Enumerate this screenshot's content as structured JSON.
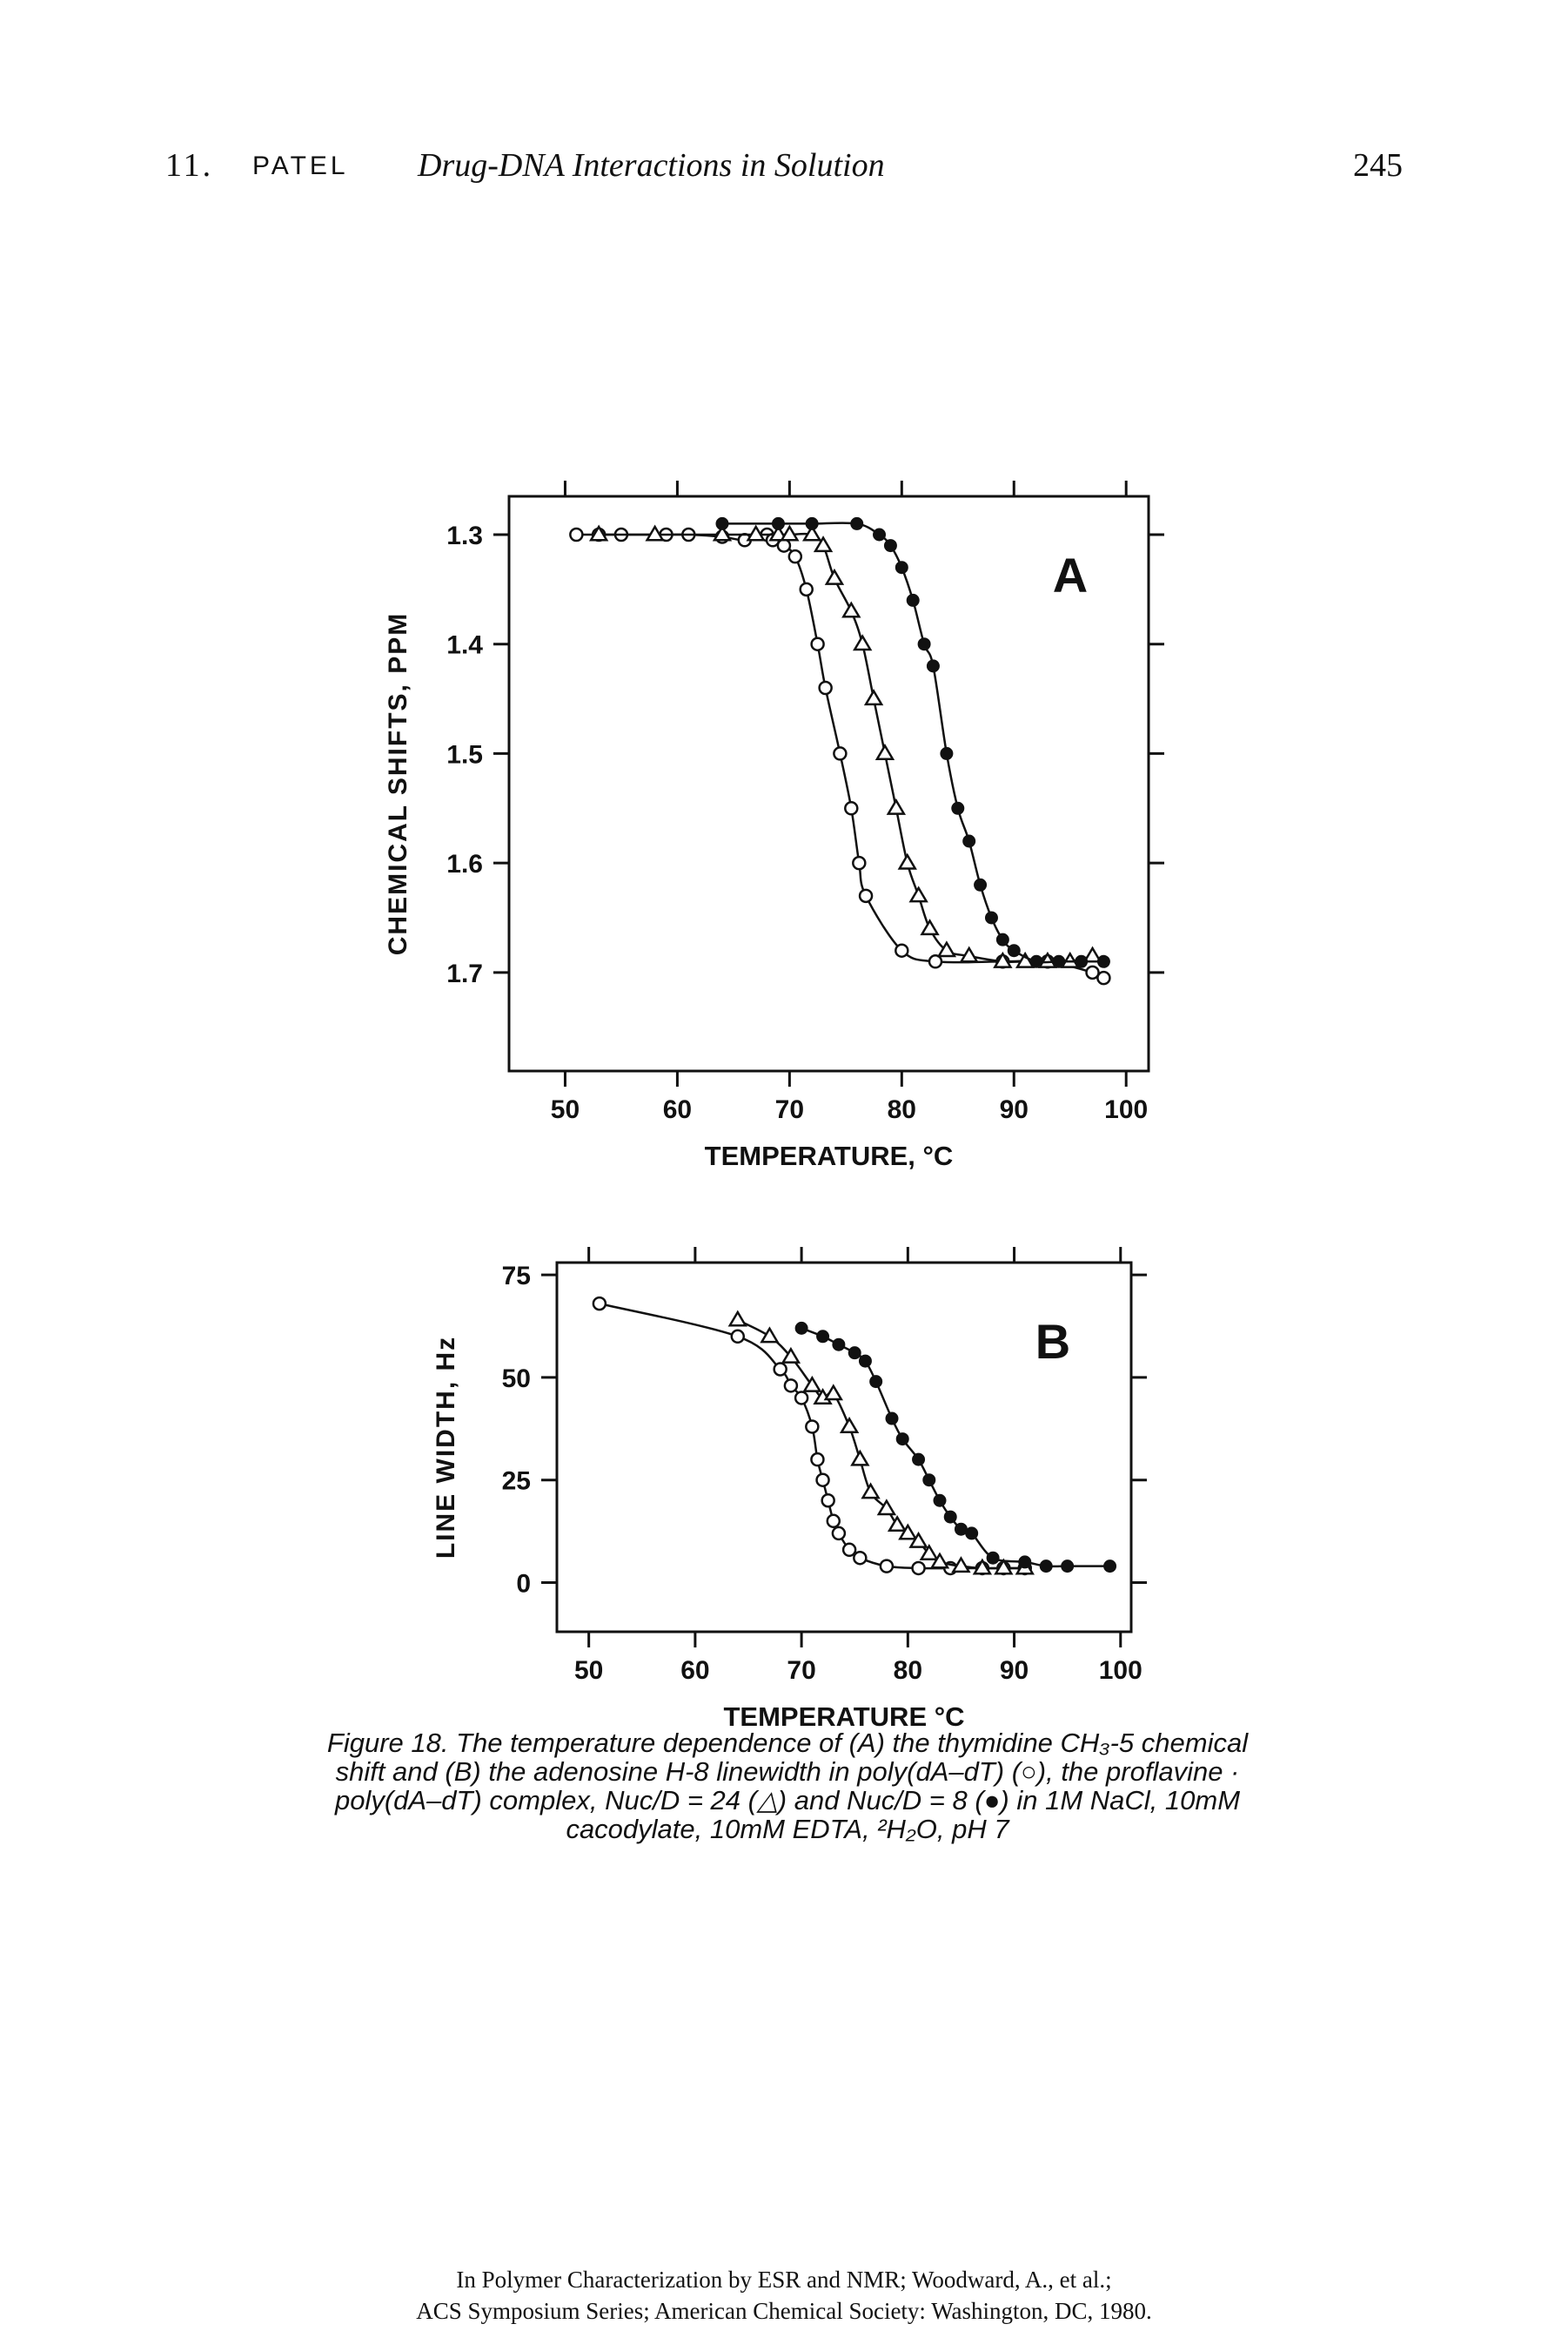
{
  "header": {
    "chapter": "11.",
    "author": "PATEL",
    "title": "Drug-DNA Interactions in Solution",
    "page": "245"
  },
  "chart_data": [
    {
      "panel_label": "A",
      "type": "scatter",
      "ylabel": "CHEMICAL SHIFTS, PPM",
      "xlabel": "TEMPERATURE, °C",
      "xlim": [
        45,
        102
      ],
      "ylim": [
        1.265,
        1.79
      ],
      "y_inverted": true,
      "xticks": [
        "50",
        "60",
        "70",
        "80",
        "90",
        "100"
      ],
      "yticks": [
        "1.3",
        "1.4",
        "1.5",
        "1.6",
        "1.7"
      ],
      "series": [
        {
          "marker": "open-circle",
          "points": [
            [
              51,
              1.3
            ],
            [
              53,
              1.3
            ],
            [
              55,
              1.3
            ],
            [
              59,
              1.3
            ],
            [
              61,
              1.3
            ],
            [
              64,
              1.302
            ],
            [
              66,
              1.305
            ],
            [
              68,
              1.3
            ],
            [
              68.5,
              1.305
            ],
            [
              69.5,
              1.31
            ],
            [
              70.5,
              1.32
            ],
            [
              71.5,
              1.35
            ],
            [
              72.5,
              1.4
            ],
            [
              73.2,
              1.44
            ],
            [
              74.5,
              1.5
            ],
            [
              75.5,
              1.55
            ],
            [
              76.2,
              1.6
            ],
            [
              76.8,
              1.63
            ],
            [
              80,
              1.68
            ],
            [
              83,
              1.69
            ],
            [
              89,
              1.69
            ],
            [
              93,
              1.69
            ],
            [
              97,
              1.7
            ],
            [
              98,
              1.705
            ]
          ]
        },
        {
          "marker": "open-triangle",
          "points": [
            [
              53,
              1.3
            ],
            [
              58,
              1.3
            ],
            [
              64,
              1.3
            ],
            [
              67,
              1.3
            ],
            [
              69,
              1.3
            ],
            [
              70,
              1.3
            ],
            [
              72,
              1.3
            ],
            [
              73,
              1.31
            ],
            [
              74,
              1.34
            ],
            [
              75.5,
              1.37
            ],
            [
              76.5,
              1.4
            ],
            [
              77.5,
              1.45
            ],
            [
              78.5,
              1.5
            ],
            [
              79.5,
              1.55
            ],
            [
              80.5,
              1.6
            ],
            [
              81.5,
              1.63
            ],
            [
              82.5,
              1.66
            ],
            [
              84,
              1.68
            ],
            [
              86,
              1.685
            ],
            [
              89,
              1.69
            ],
            [
              91,
              1.69
            ],
            [
              93,
              1.69
            ],
            [
              95,
              1.69
            ],
            [
              97,
              1.685
            ]
          ]
        },
        {
          "marker": "filled-circle",
          "points": [
            [
              64,
              1.29
            ],
            [
              69,
              1.29
            ],
            [
              72,
              1.29
            ],
            [
              76,
              1.29
            ],
            [
              78,
              1.3
            ],
            [
              79,
              1.31
            ],
            [
              80,
              1.33
            ],
            [
              81,
              1.36
            ],
            [
              82,
              1.4
            ],
            [
              82.8,
              1.42
            ],
            [
              84,
              1.5
            ],
            [
              85,
              1.55
            ],
            [
              86,
              1.58
            ],
            [
              87,
              1.62
            ],
            [
              88,
              1.65
            ],
            [
              89,
              1.67
            ],
            [
              90,
              1.68
            ],
            [
              92,
              1.69
            ],
            [
              94,
              1.69
            ],
            [
              96,
              1.69
            ],
            [
              98,
              1.69
            ]
          ]
        }
      ]
    },
    {
      "panel_label": "B",
      "type": "scatter",
      "ylabel": "LINE WIDTH, Hz",
      "xlabel": "TEMPERATURE °C",
      "xlim": [
        47,
        101
      ],
      "ylim": [
        -12,
        78
      ],
      "xticks": [
        "50",
        "60",
        "70",
        "80",
        "90",
        "100"
      ],
      "yticks": [
        "0",
        "25",
        "50",
        "75"
      ],
      "series": [
        {
          "marker": "open-circle",
          "points": [
            [
              51,
              68
            ],
            [
              64,
              60
            ],
            [
              68,
              52
            ],
            [
              69,
              48
            ],
            [
              70,
              45
            ],
            [
              71,
              38
            ],
            [
              71.5,
              30
            ],
            [
              72,
              25
            ],
            [
              72.5,
              20
            ],
            [
              73,
              15
            ],
            [
              73.5,
              12
            ],
            [
              74.5,
              8
            ],
            [
              75.5,
              6
            ],
            [
              78,
              4
            ],
            [
              81,
              3.5
            ],
            [
              84,
              3.5
            ],
            [
              87,
              3.5
            ],
            [
              89,
              3.5
            ],
            [
              91,
              3.5
            ]
          ]
        },
        {
          "marker": "open-triangle",
          "points": [
            [
              64,
              64
            ],
            [
              67,
              60
            ],
            [
              69,
              55
            ],
            [
              71,
              48
            ],
            [
              72,
              45
            ],
            [
              73,
              46
            ],
            [
              74.5,
              38
            ],
            [
              75.5,
              30
            ],
            [
              76.5,
              22
            ],
            [
              78,
              18
            ],
            [
              79,
              14
            ],
            [
              80,
              12
            ],
            [
              81,
              10
            ],
            [
              82,
              7
            ],
            [
              83,
              5
            ],
            [
              85,
              4
            ],
            [
              87,
              3.5
            ],
            [
              89,
              3.5
            ],
            [
              91,
              3.5
            ]
          ]
        },
        {
          "marker": "filled-circle",
          "points": [
            [
              70,
              62
            ],
            [
              72,
              60
            ],
            [
              73.5,
              58
            ],
            [
              75,
              56
            ],
            [
              76,
              54
            ],
            [
              77,
              49
            ],
            [
              78.5,
              40
            ],
            [
              79.5,
              35
            ],
            [
              81,
              30
            ],
            [
              82,
              25
            ],
            [
              83,
              20
            ],
            [
              84,
              16
            ],
            [
              85,
              13
            ],
            [
              86,
              12
            ],
            [
              88,
              6
            ],
            [
              91,
              5
            ],
            [
              93,
              4
            ],
            [
              95,
              4
            ],
            [
              99,
              4
            ]
          ]
        }
      ]
    }
  ],
  "caption": {
    "line1": "Figure 18.  The temperature dependence of (A) the thymidine CH₃-5 chemical",
    "line2": "shift and (B) the adenosine H-8 linewidth in poly(dA–dT) (○), the proflavine ·",
    "line3": "poly(dA–dT) complex, Nuc/D = 24 (△) and Nuc/D = 8 (●) in 1M NaCl, 10mM",
    "line4": "cacodylate, 10mM EDTA, ²H₂O, pH 7"
  },
  "footer": {
    "line1": "In Polymer Characterization by ESR and NMR; Woodward, A., et al.;",
    "line2": "ACS Symposium Series; American Chemical Society: Washington, DC, 1980."
  }
}
